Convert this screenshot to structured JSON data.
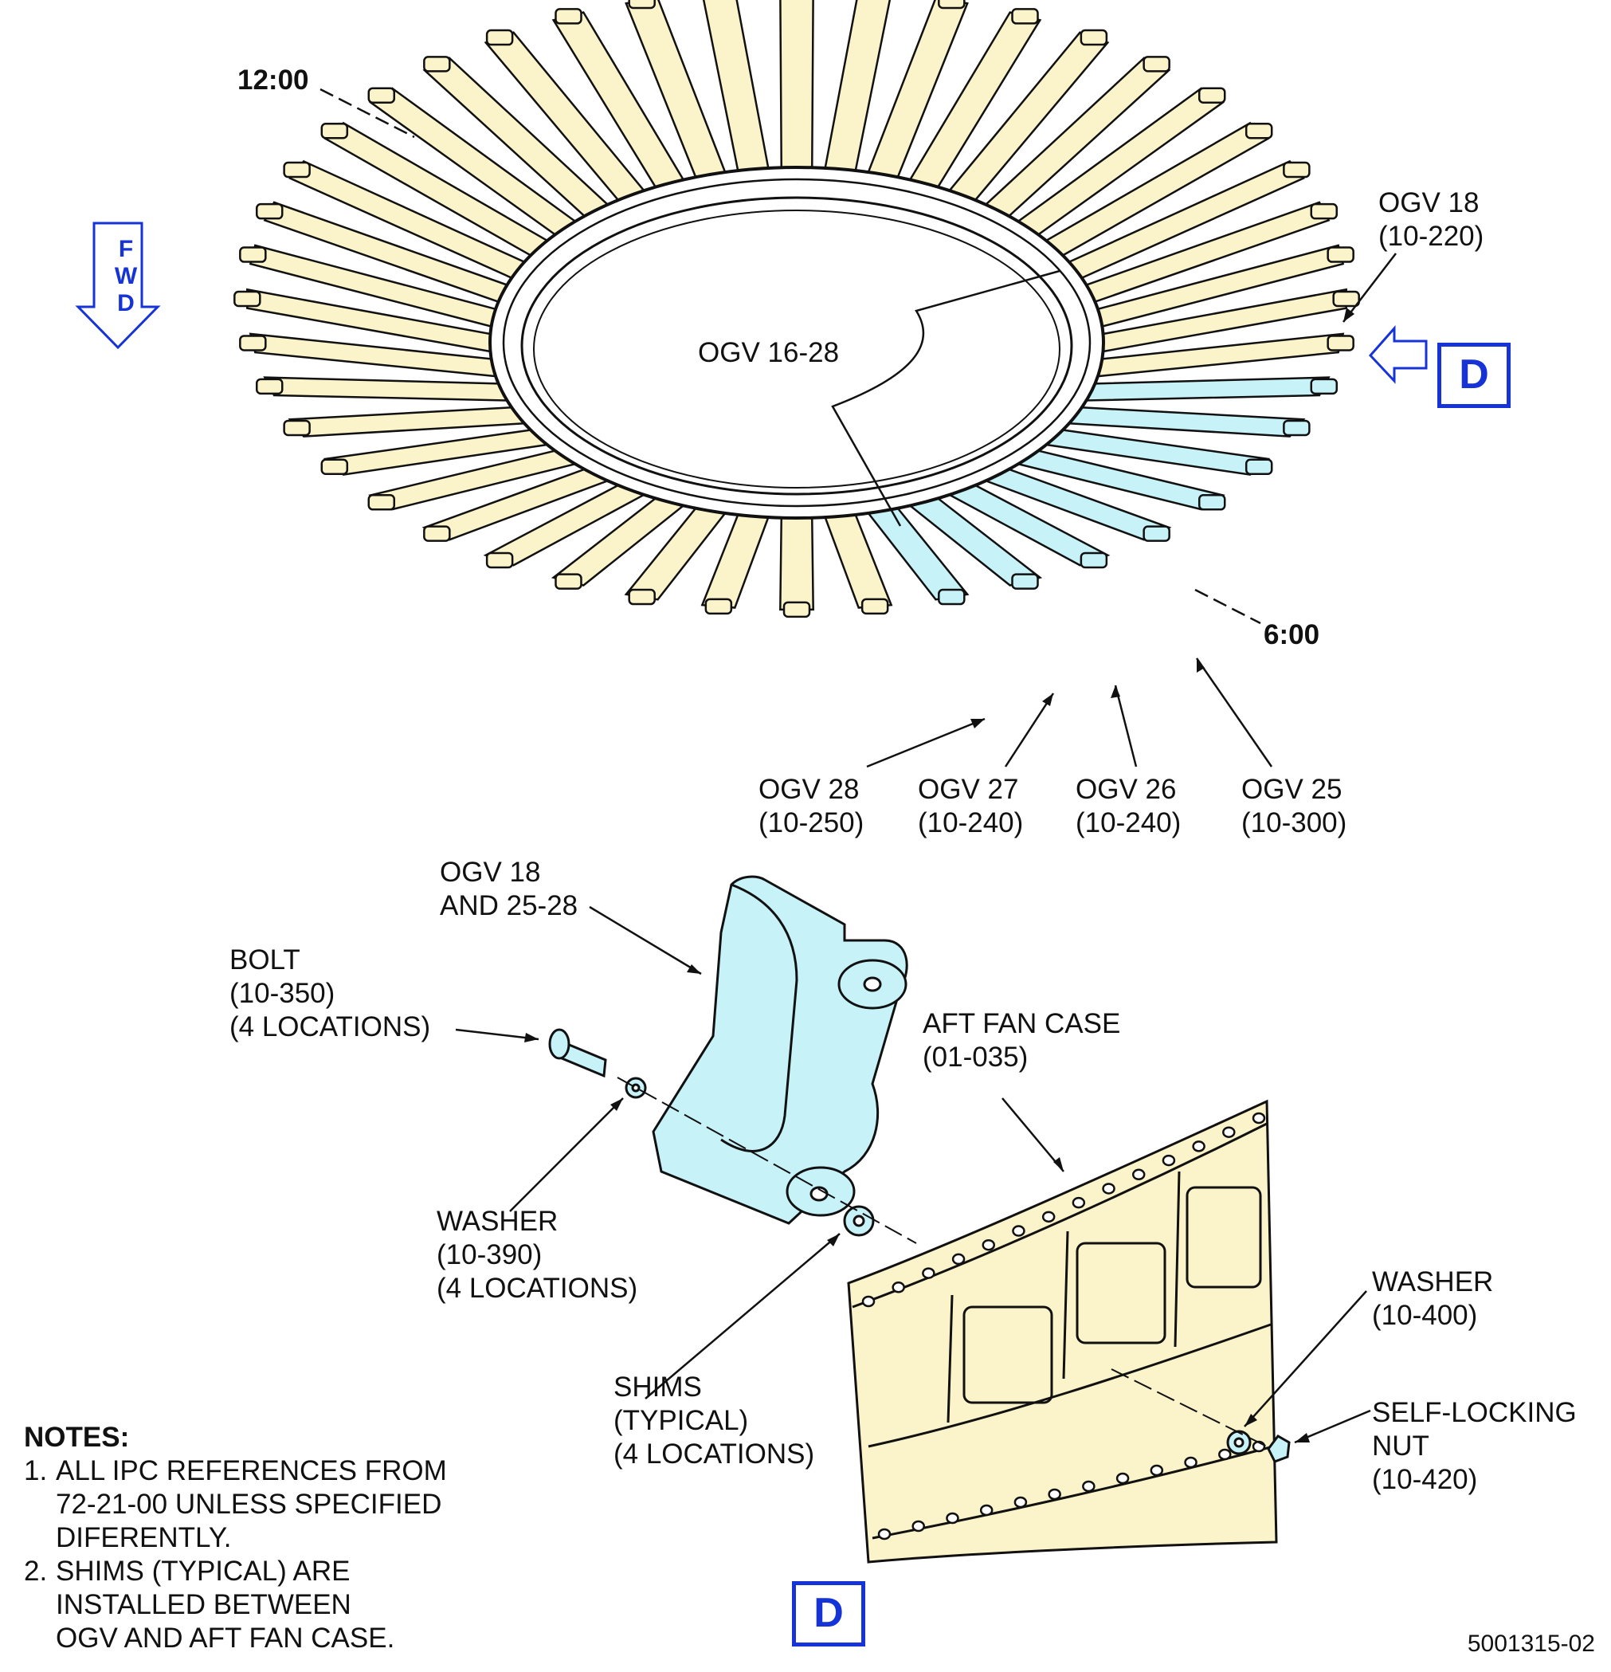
{
  "colors": {
    "vane_yellow": "#fbf4cb",
    "vane_blue": "#c7f2f8",
    "view_blue": "#1533d6",
    "line": "#111111"
  },
  "labels": {
    "clock_12": "12:00",
    "clock_6": "6:00",
    "ogv_16_28": "OGV 16-28",
    "ogv_18": "OGV 18\n(10-220)",
    "ogv_28": "OGV 28\n(10-250)",
    "ogv_27": "OGV 27\n(10-240)",
    "ogv_26": "OGV 26\n(10-240)",
    "ogv_25": "OGV 25\n(10-300)",
    "ogv_18_25_28": "OGV 18\nAND 25-28",
    "bolt": "BOLT\n(10-350)\n(4 LOCATIONS)",
    "washer_390": "WASHER\n(10-390)\n(4 LOCATIONS)",
    "shims": "SHIMS\n(TYPICAL)\n(4 LOCATIONS)",
    "aft_fan_case": "AFT FAN CASE\n(01-035)",
    "washer_400": "WASHER\n(10-400)",
    "nut": "SELF-LOCKING\nNUT\n(10-420)",
    "fwd": "F\nW\nD",
    "view_d_top": "D",
    "view_d_bottom": "D",
    "figure_ref": "5001315-02"
  },
  "notes": {
    "title": "NOTES:",
    "items": [
      {
        "num": "1.",
        "text": "ALL IPC REFERENCES FROM\n72-21-00 UNLESS SPECIFIED\nDIFERENTLY."
      },
      {
        "num": "2.",
        "text": "SHIMS (TYPICAL) ARE\nINSTALLED BETWEEN\nOGV AND AFT FAN CASE."
      }
    ]
  }
}
